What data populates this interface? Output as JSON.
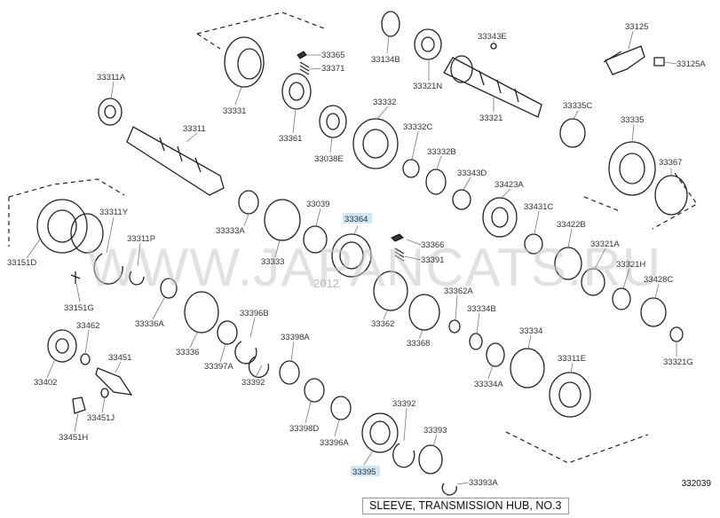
{
  "watermark": {
    "text": "WWW.JAPANCATS.RU",
    "year": "2012"
  },
  "figure_number": "332039",
  "caption": "SLEEVE, TRANSMISSION HUB, NO.3",
  "highlighted_parts": [
    "33364",
    "33395"
  ],
  "labels": {
    "p33311A": "33311A",
    "p33331": "33331",
    "p33365": "33365",
    "p33371": "33371",
    "p33134B": "33134B",
    "p33321N": "33321N",
    "p33343E": "33343E",
    "p33125": "33125",
    "p33125A": "33125A",
    "p33311": "33311",
    "p33361": "33361",
    "p33332": "33332",
    "p33321": "33321",
    "p33335C": "33335C",
    "p33038E": "33038E",
    "p33332C": "33332C",
    "p33335": "33335",
    "p33332B": "33332B",
    "p33343D": "33343D",
    "p33367": "33367",
    "p33311Y": "33311Y",
    "p33039": "33039",
    "p33364": "33364",
    "p33423A": "33423A",
    "p33431C": "33431C",
    "p33333A": "33333A",
    "p33366": "33366",
    "p33422B": "33422B",
    "p33311P": "33311P",
    "p33391": "33391",
    "p33321A": "33321A",
    "p33151D": "33151D",
    "p33333": "33333",
    "p33321H": "33321H",
    "p33428C": "33428C",
    "p33362A": "33362A",
    "p33151G": "33151G",
    "p33396B": "33396B",
    "p33334B": "33334B",
    "p33336A": "33336A",
    "p33362": "33362",
    "p33462": "33462",
    "p33398A": "33398A",
    "p33368": "33368",
    "p33334": "33334",
    "p33336": "33336",
    "p33321G": "33321G",
    "p33451": "33451",
    "p33397A": "33397A",
    "p33392a": "33392",
    "p33311E": "33311E",
    "p33402": "33402",
    "p33334A": "33334A",
    "p33451J": "33451J",
    "p33392b": "33392",
    "p33393": "33393",
    "p33398D": "33398D",
    "p33451H": "33451H",
    "p33396A": "33396A",
    "p33395": "33395",
    "p33393A": "33393A"
  }
}
